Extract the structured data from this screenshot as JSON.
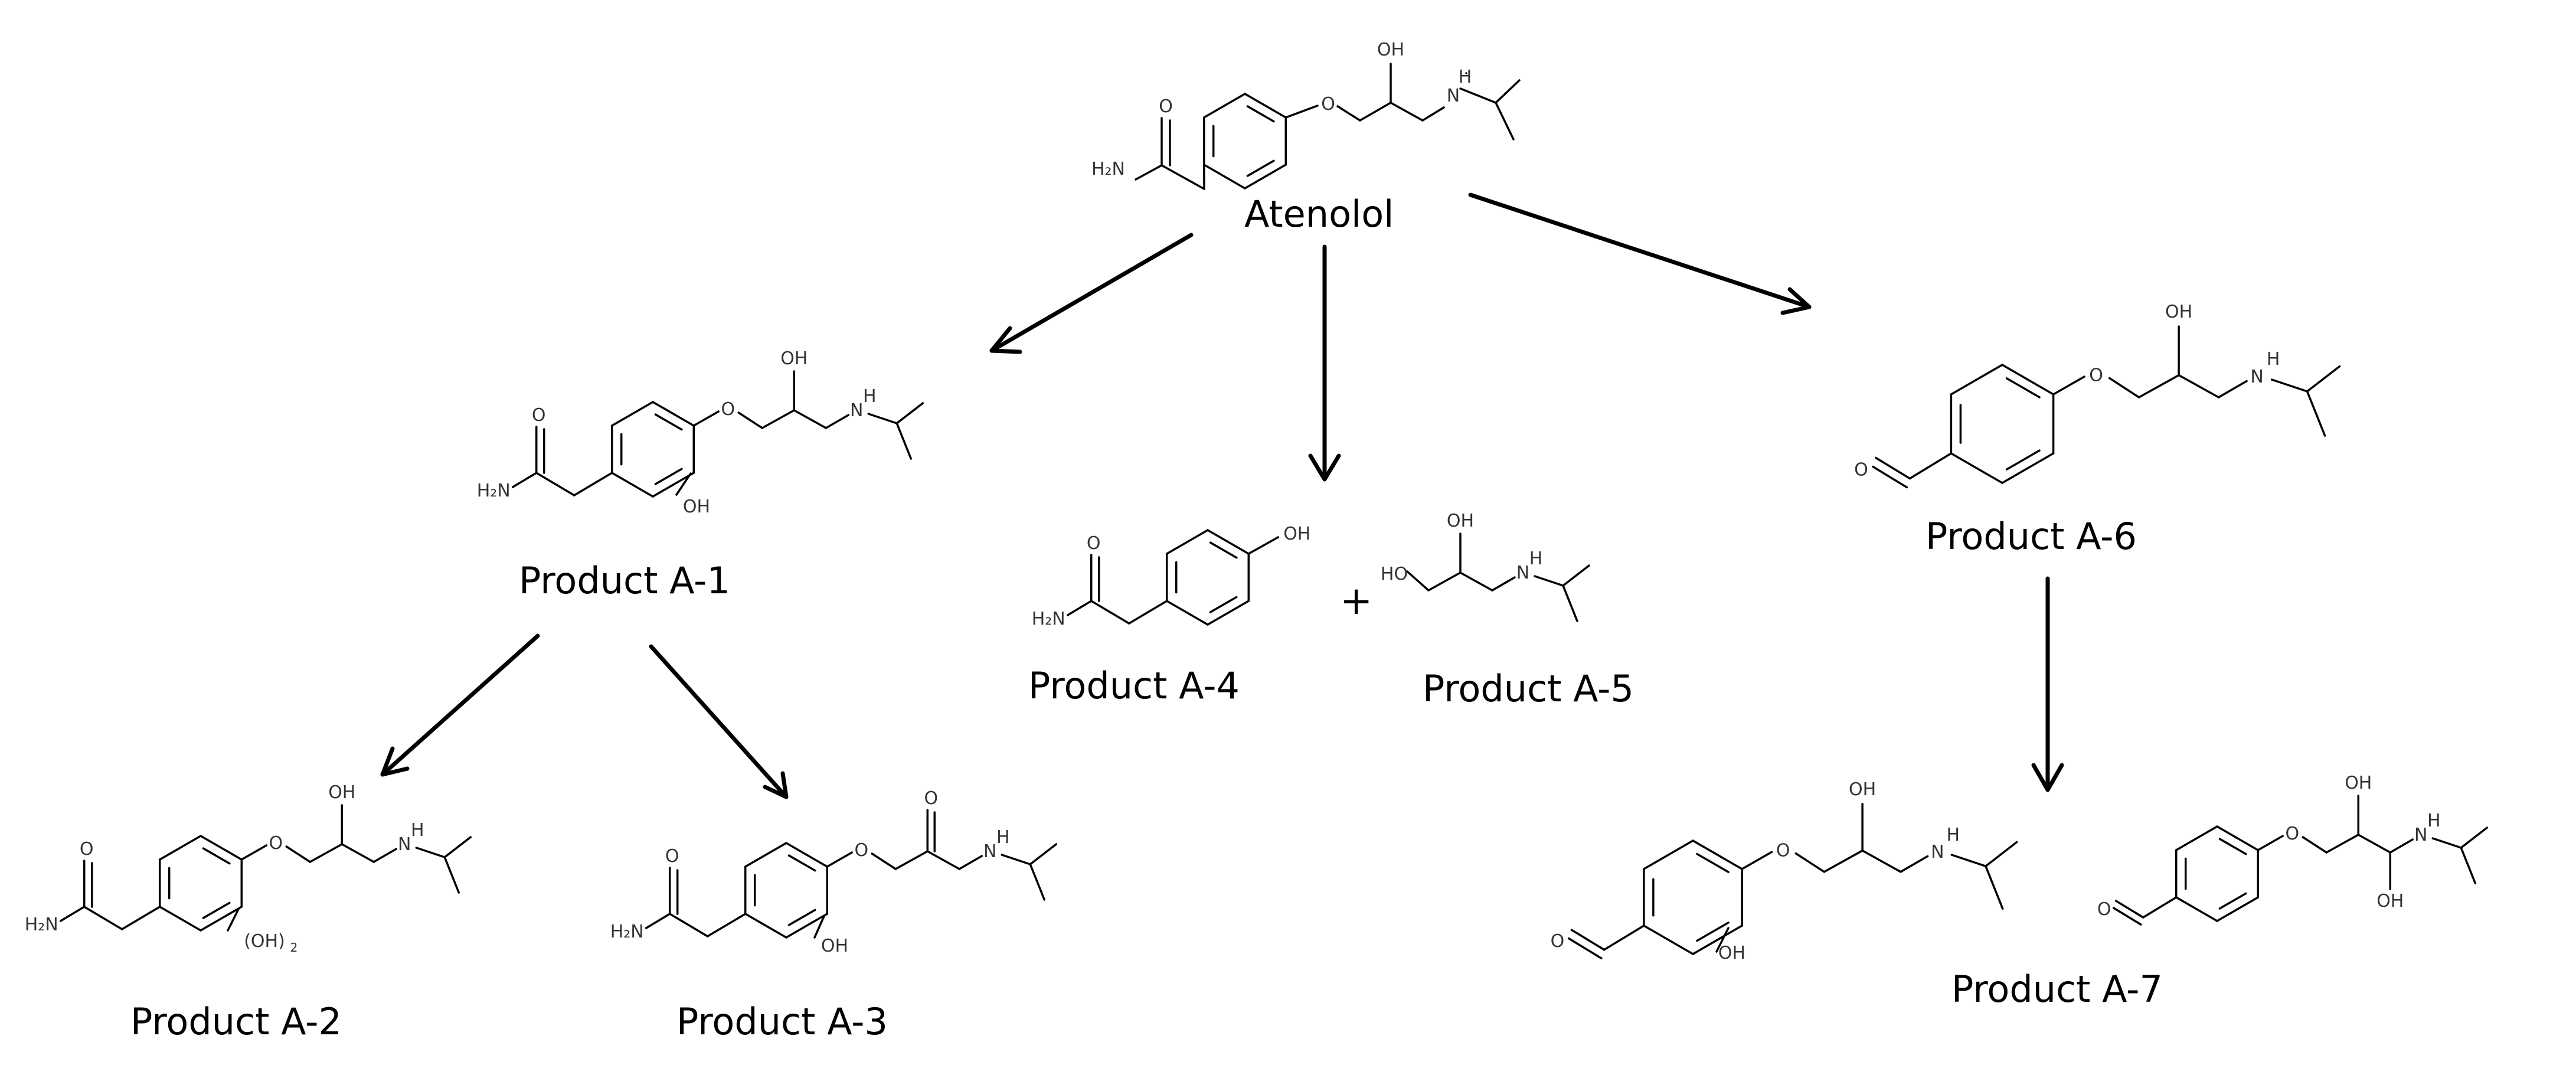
{
  "compounds": {
    "atenolol": {
      "name": "Atenolol",
      "atoms": {
        "amide": "H₂N",
        "carbonyl_o": "O",
        "ether_o": "O",
        "hydroxyl": "OH",
        "amine": "N",
        "amine_h": "H"
      }
    },
    "a1": {
      "name": "Product A-1",
      "atoms": {
        "amide": "H₂N",
        "carbonyl_o": "O",
        "ether_o": "O",
        "hydroxyl": "OH",
        "amine": "N",
        "amine_h": "H",
        "ring_oh": "OH"
      }
    },
    "a2": {
      "name": "Product A-2",
      "atoms": {
        "amide": "H₂N",
        "carbonyl_o": "O",
        "ether_o": "O",
        "hydroxyl": "OH",
        "amine": "N",
        "amine_h": "H",
        "ring_oh": "(OH)",
        "ring_oh_sub": "2"
      }
    },
    "a3": {
      "name": "Product A-3",
      "atoms": {
        "amide": "H₂N",
        "carbonyl_o": "O",
        "ether_o": "O",
        "ketone_o": "O",
        "amine": "N",
        "amine_h": "H",
        "ring_oh": "OH"
      }
    },
    "a4": {
      "name": "Product A-4",
      "atoms": {
        "amide": "H₂N",
        "carbonyl_o": "O",
        "phenol": "OH"
      }
    },
    "a5": {
      "name": "Product A-5",
      "atoms": {
        "ho": "HO",
        "hydroxyl": "OH",
        "amine": "N",
        "amine_h": "H"
      }
    },
    "a6": {
      "name": "Product A-6",
      "atoms": {
        "aldehyde_o": "O",
        "ether_o": "O",
        "hydroxyl": "OH",
        "amine": "N",
        "amine_h": "H"
      }
    },
    "a7": {
      "name": "Product A-7",
      "left": {
        "atoms": {
          "aldehyde_o": "O",
          "ether_o": "O",
          "hydroxyl": "OH",
          "amine": "N",
          "amine_h": "H",
          "ring_oh": "OH"
        }
      },
      "right": {
        "atoms": {
          "aldehyde_o": "O",
          "ether_o": "O",
          "hydroxyl": "OH",
          "hydroxyl2": "OH",
          "amine": "N",
          "amine_h": "H"
        }
      }
    }
  },
  "plus_sign": "+"
}
